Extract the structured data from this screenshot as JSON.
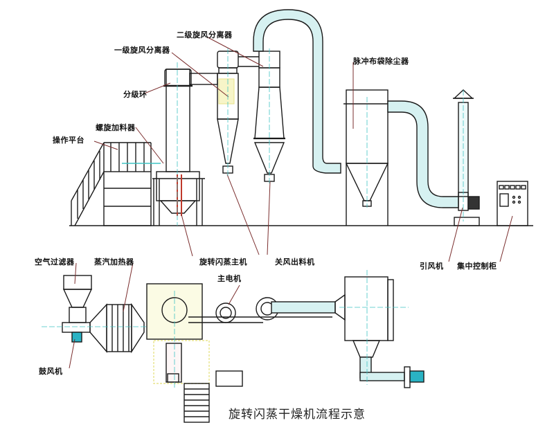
{
  "diagram": {
    "title": "旋转闪蒸干燥机流程示意",
    "labels": {
      "secondary_cyclone": "二级旋风分离器",
      "primary_cyclone": "一级旋风分离器",
      "classifier_ring": "分级环",
      "screw_feeder": "螺旋加料器",
      "operating_platform": "操作平台",
      "pulse_bag_filter": "脉冲布袋除尘器",
      "flash_dryer_main": "旋转闪蒸主机",
      "rotary_valve": "关风出料机",
      "induced_draft_fan": "引风机",
      "control_cabinet": "集中控制柜",
      "air_filter": "空气过滤器",
      "steam_heater": "蒸汽加热器",
      "main_motor": "主电机",
      "blower": "鼓风机"
    },
    "colors": {
      "line": "#1a1a1a",
      "centerline": "#3fc4c4",
      "pipe_fill": "#d6f1f1",
      "leader": "#7a2d2d",
      "highlight_red": "#c0392b",
      "highlight_yellow": "#f3ef7a"
    }
  }
}
